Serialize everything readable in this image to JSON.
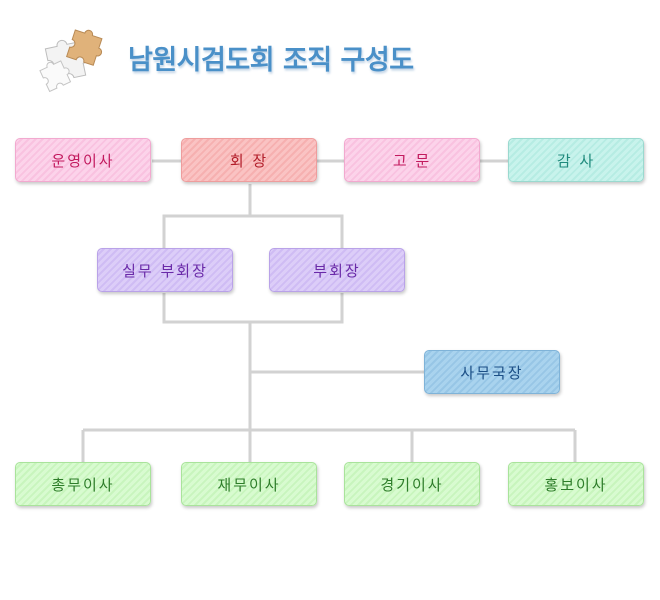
{
  "header": {
    "title": "남원시검도회 조직 구성도",
    "logo_icon": "puzzle-pieces-icon"
  },
  "chart": {
    "row1": {
      "operations_director": "운영이사",
      "president": "회  장",
      "advisor": "고  문",
      "auditor": "감  사"
    },
    "row2": {
      "executive_vice_president": "실무 부회장",
      "vice_president": "부회장"
    },
    "secretary_general": "사무국장",
    "row4": {
      "general_affairs": "총무이사",
      "finance": "재무이사",
      "competition": "경기이사",
      "publicity": "홍보이사"
    }
  },
  "colors": {
    "title": "#4a90c8",
    "pink": "#f9c2e0",
    "salmon": "#f6b0b0",
    "mint": "#b6ece3",
    "lavender": "#cfbcf4",
    "blue": "#97c6e6",
    "green": "#c8f5bd",
    "connector": "#d2d2d2"
  }
}
